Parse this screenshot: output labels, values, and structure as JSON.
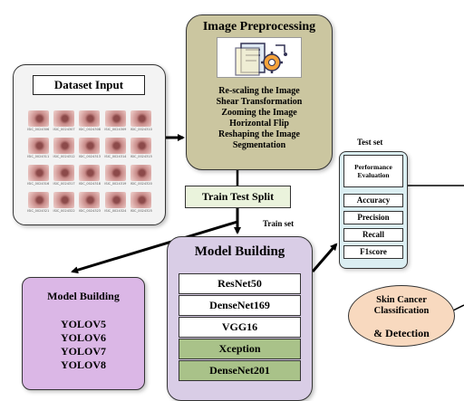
{
  "dataset": {
    "title": "Dataset Input",
    "thumbnails": [
      {
        "caption": "ISIC_0024306"
      },
      {
        "caption": "ISIC_0024307"
      },
      {
        "caption": "ISIC_0024308"
      },
      {
        "caption": "ISIC_0024309"
      },
      {
        "caption": "ISIC_0024310"
      },
      {
        "caption": "ISIC_0024311"
      },
      {
        "caption": "ISIC_0024312"
      },
      {
        "caption": "ISIC_0024313"
      },
      {
        "caption": "ISIC_0024314"
      },
      {
        "caption": "ISIC_0024315"
      },
      {
        "caption": "ISIC_0024316"
      },
      {
        "caption": "ISIC_0024317"
      },
      {
        "caption": "ISIC_0024318"
      },
      {
        "caption": "ISIC_0024319"
      },
      {
        "caption": "ISIC_0024320"
      },
      {
        "caption": "ISIC_0024321"
      },
      {
        "caption": "ISIC_0024322"
      },
      {
        "caption": "ISIC_0024323"
      },
      {
        "caption": "ISIC_0024324"
      },
      {
        "caption": "ISIC_0024325"
      }
    ]
  },
  "preprocessing": {
    "title": "Image Preprocessing",
    "icon": "document-gear-icon",
    "steps": [
      "Re-scaling the Image",
      "Shear Transformation",
      "Zooming the Image",
      "Horizontal Flip",
      "Reshaping the Image",
      "Segmentation"
    ]
  },
  "split": {
    "title": "Train Test Split",
    "train_label": "Train set",
    "test_label": "Test set"
  },
  "model_building": {
    "title": "Model Building",
    "models": [
      {
        "name": "ResNet50",
        "highlight": false
      },
      {
        "name": "DenseNet169",
        "highlight": false
      },
      {
        "name": "VGG16",
        "highlight": false
      },
      {
        "name": "Xception",
        "highlight": true
      },
      {
        "name": "DenseNet201",
        "highlight": true
      }
    ]
  },
  "yolo_building": {
    "title": "Model Building",
    "models": [
      "YOLOV5",
      "YOLOV6",
      "YOLOV7",
      "YOLOV8"
    ]
  },
  "evaluation": {
    "header": "Performance Evaluation",
    "metrics": [
      "Accuracy",
      "Precision",
      "Recall",
      "F1score"
    ]
  },
  "result": {
    "line1": "Skin Cancer Classification",
    "line2": "& Detection"
  },
  "colors": {
    "preprocessing": "#cbc6a0",
    "model_building": "#d9cde6",
    "yolo_building": "#dbb7e6",
    "evaluation": "#dbeef2",
    "result": "#f8d9bf",
    "highlight": "#a9c289",
    "split": "#eaf3dc"
  }
}
